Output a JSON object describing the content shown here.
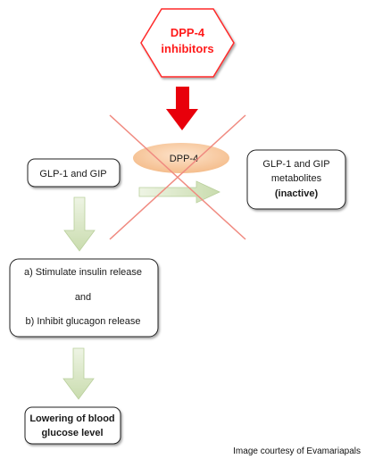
{
  "hexagon": {
    "line1": "DPP-4",
    "line2": "inhibitors"
  },
  "enzyme": {
    "label": "DPP-4"
  },
  "hormones_box": {
    "label": "GLP-1 and GIP"
  },
  "metabolites_box": {
    "line1": "GLP-1 and GIP",
    "line2": "metabolites",
    "line3": "(inactive)"
  },
  "effects_box": {
    "line1": "a) Stimulate insulin release",
    "line2": "and",
    "line3": "b) Inhibit glucagon release"
  },
  "outcome_box": {
    "line1": "Lowering of blood",
    "line2": "glucose level"
  },
  "credit": "Image courtesy of Evamariapals",
  "colors": {
    "hexagon_border": "#ff2b2b",
    "red_arrow": "#e8000b",
    "enzyme_fill": "#f7c89f",
    "green_arrow": "#d6e5c0",
    "cross": "#f08a80"
  }
}
